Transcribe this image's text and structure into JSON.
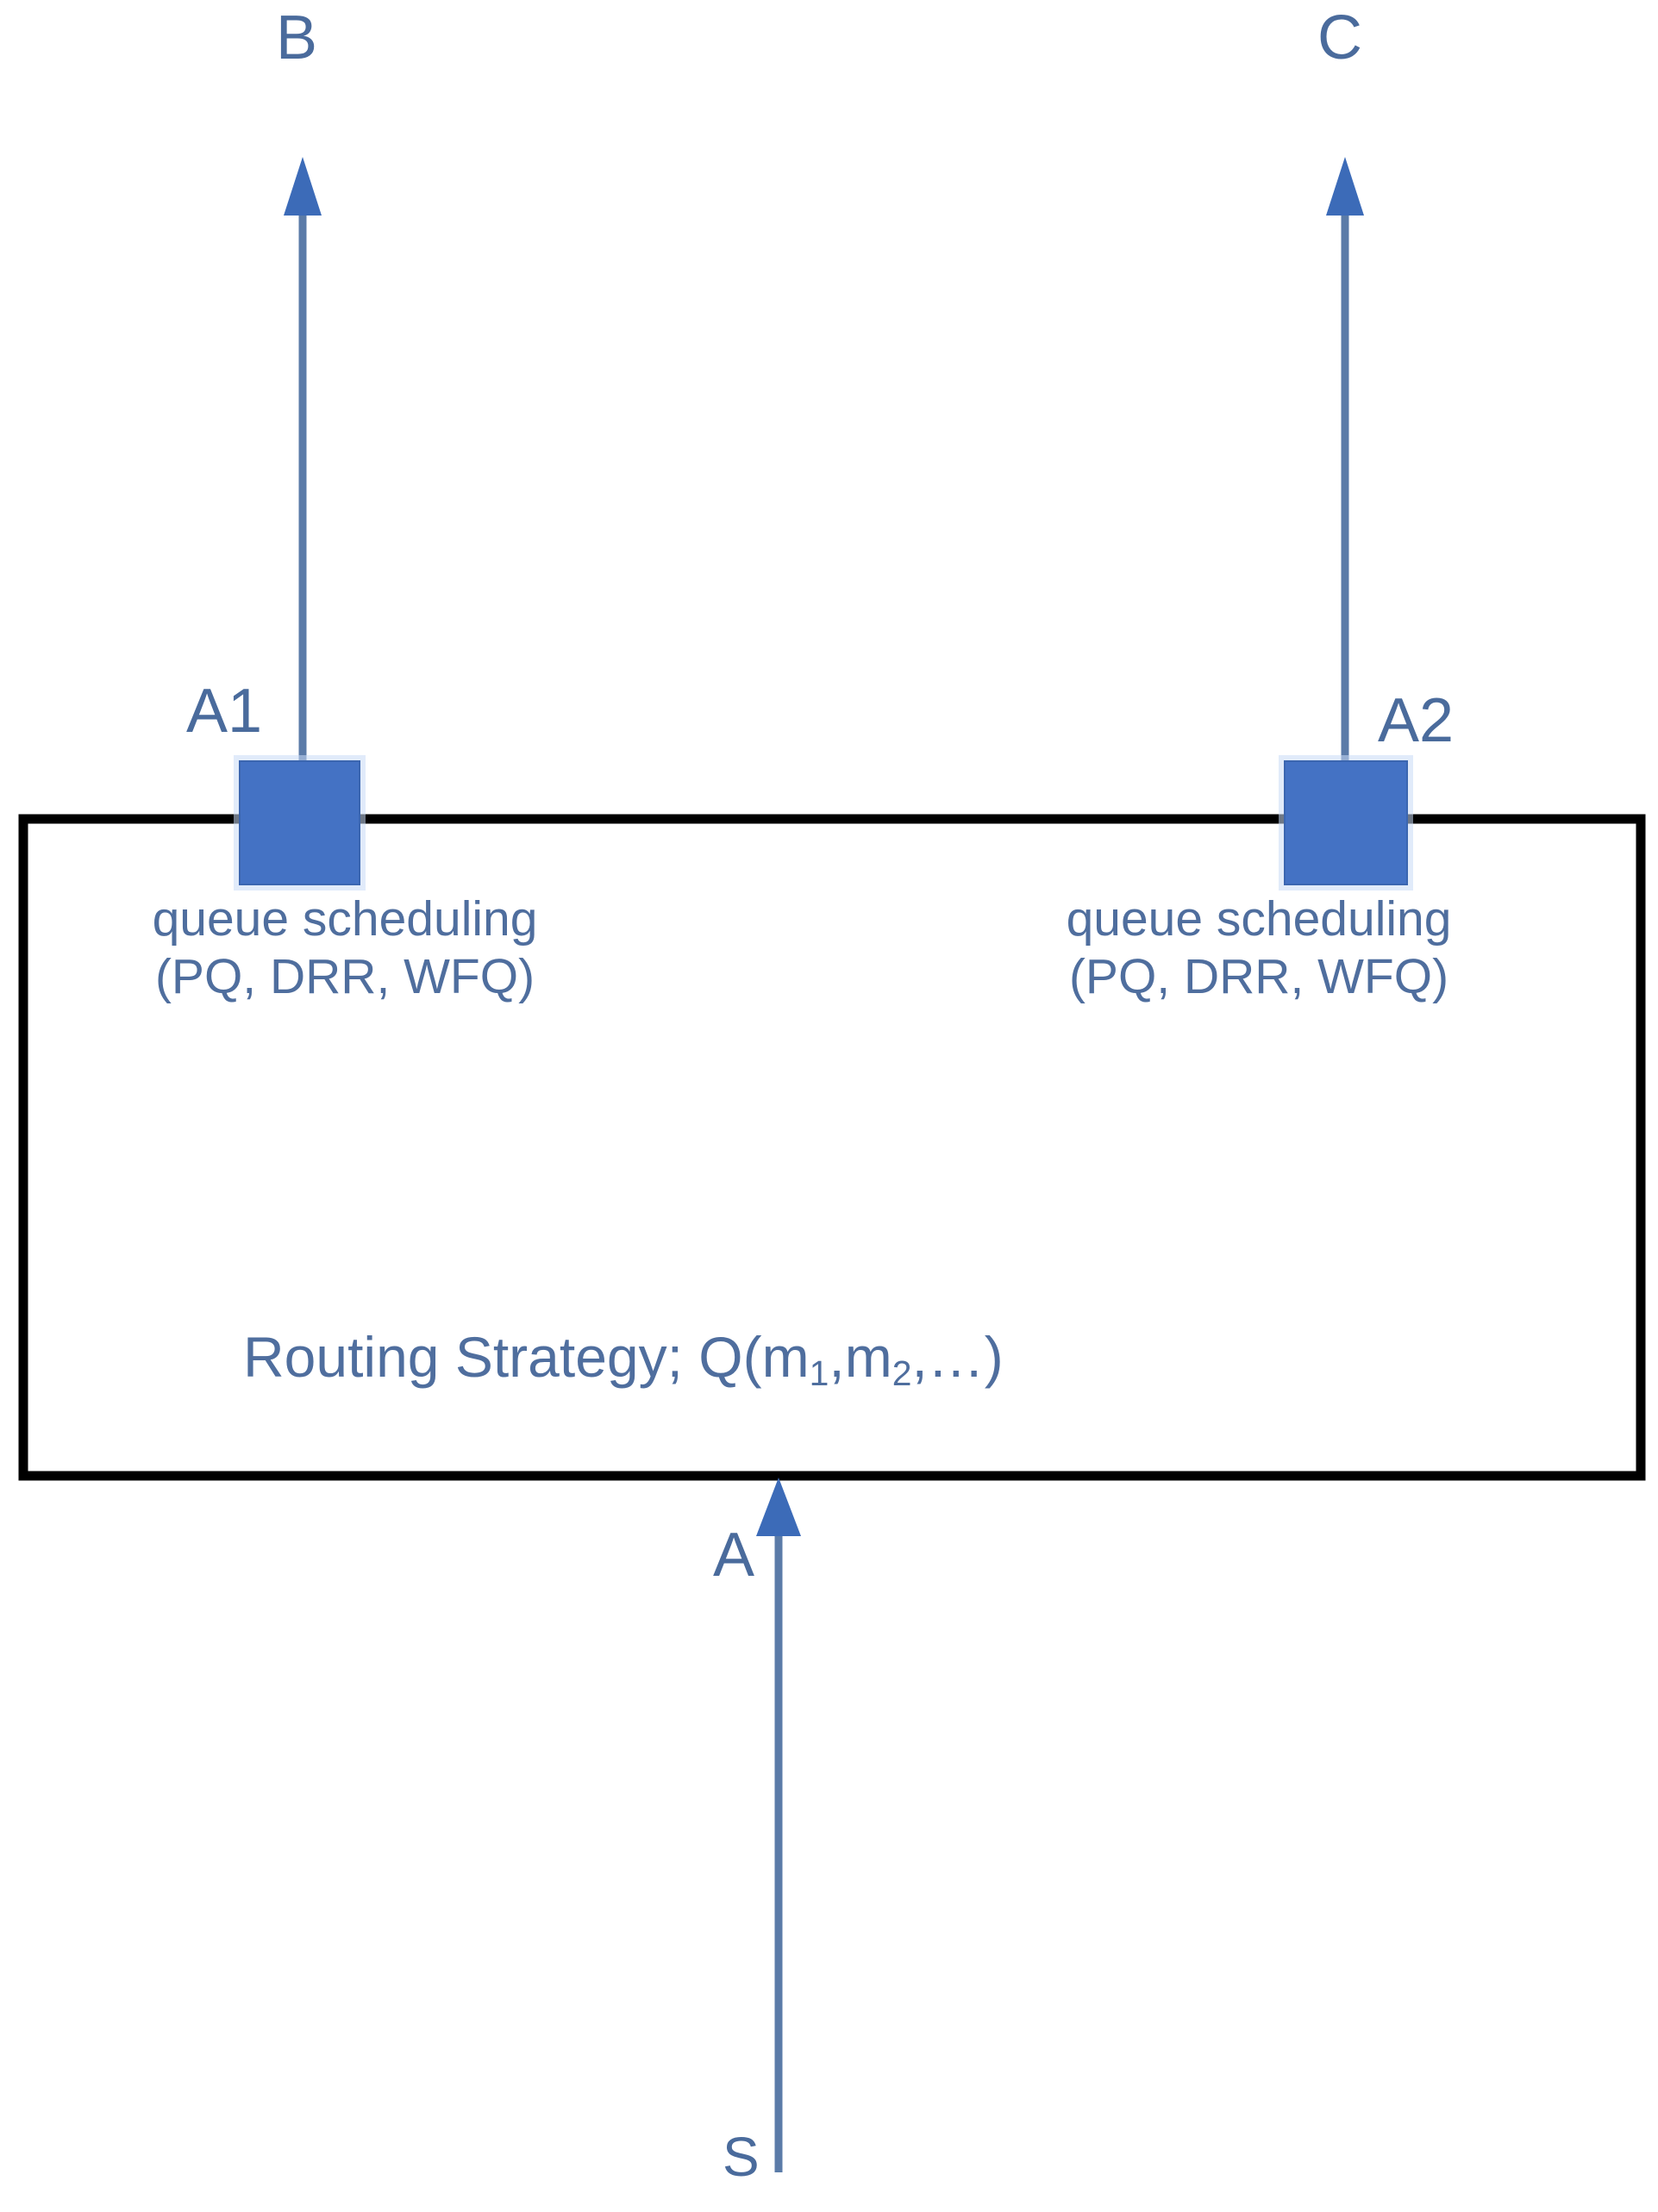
{
  "diagram": {
    "title": "Router queue scheduling and routing strategy diagram",
    "colors": {
      "node_fill": "#4472C4",
      "node_stroke": "#3B66B0",
      "arrow_stroke": "#5B7BA8",
      "arrow_head": "#3C6BB8",
      "text_blue": "#4F6E9E",
      "label_blue": "#4A6B9C",
      "box_stroke": "#000000",
      "background": "#FFFFFF"
    },
    "endpoints": {
      "top_left": "B",
      "top_right": "C",
      "bottom": "S"
    },
    "interfaces": [
      {
        "id": "a1",
        "label": "A1",
        "scheduling_line1": "queue scheduling",
        "scheduling_line2": "(PQ, DRR, WFQ)"
      },
      {
        "id": "a2",
        "label": "A2",
        "scheduling_line1": "queue scheduling",
        "scheduling_line2": "(PQ, DRR, WFQ)"
      }
    ],
    "ingress": {
      "label": "A"
    },
    "router_box": {
      "routing_prefix": "Routing Strategy; Q(m",
      "sub_1": "1",
      "sep_1": ",m",
      "sub_2": "2",
      "suffix": ",…)"
    }
  }
}
